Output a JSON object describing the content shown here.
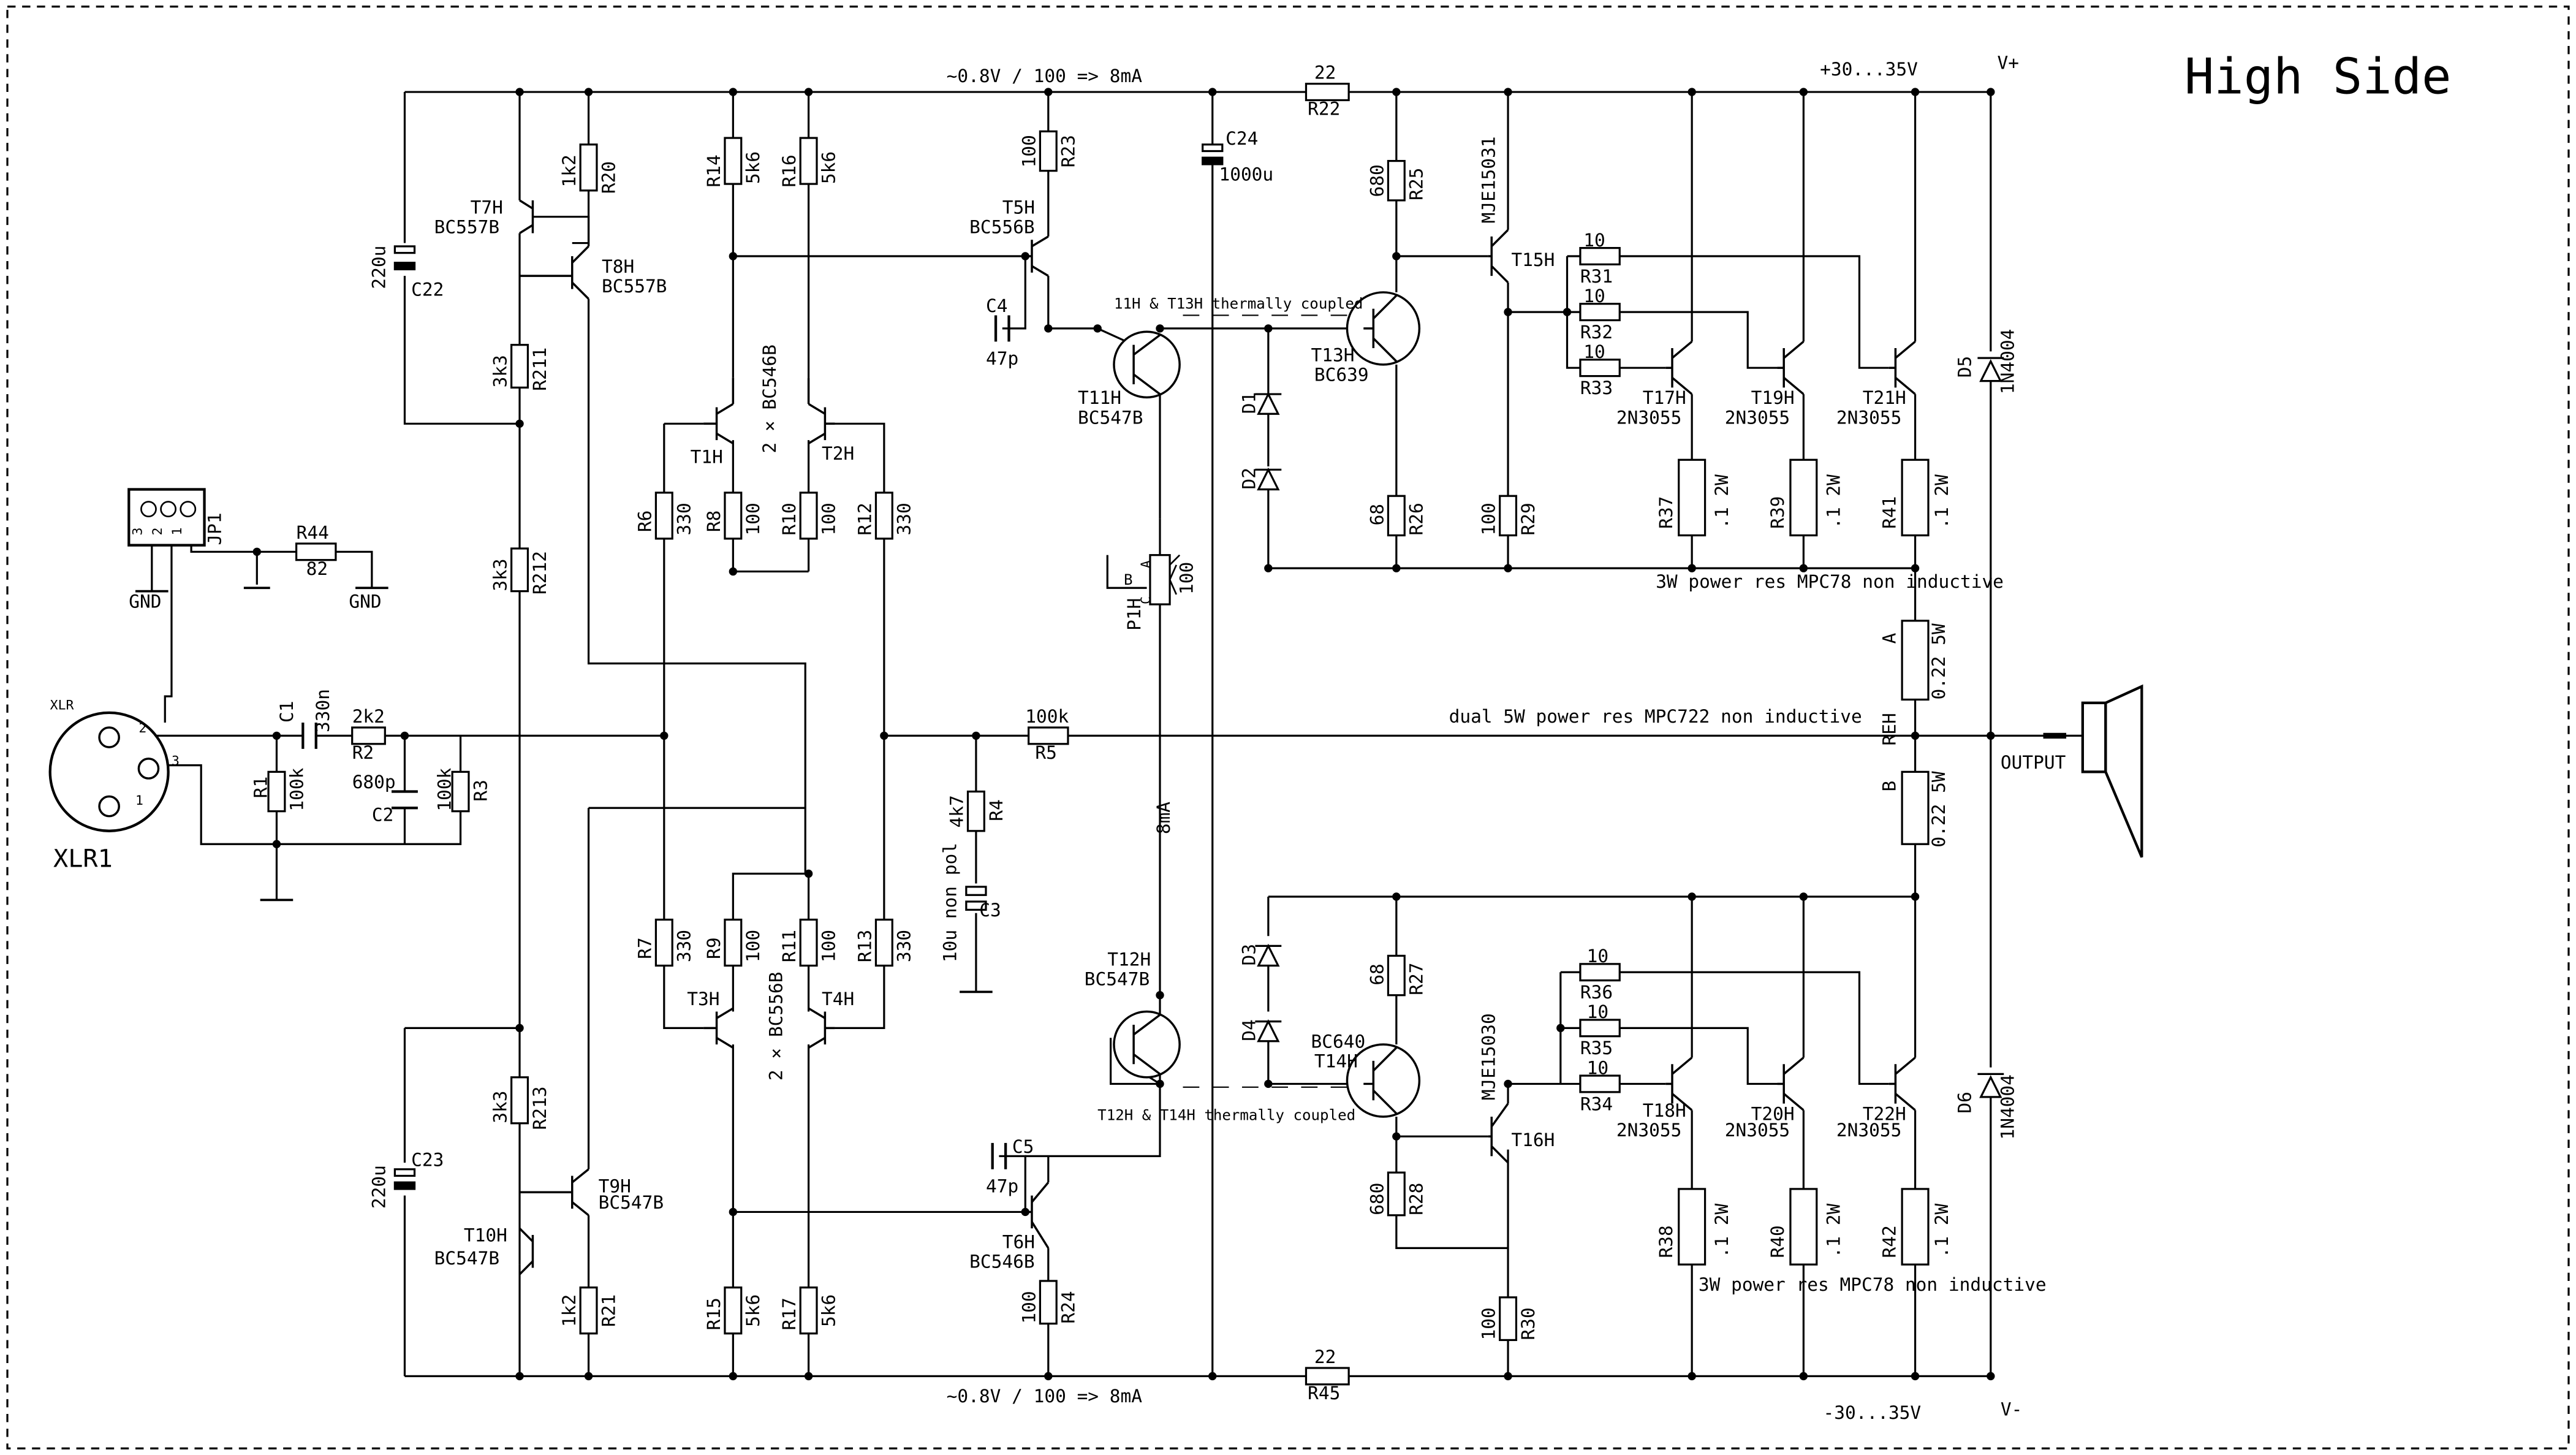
{
  "title": "High Side",
  "rails": {
    "top_note": "~0.8V / 100 => 8mA",
    "bottom_note": "~0.8V / 100 => 8mA",
    "pos_supply": "+30...35V",
    "neg_supply": "-30...35V",
    "v_plus": "V+",
    "v_minus": "V-"
  },
  "notes": {
    "thermal_top": "11H & T13H thermally coupled",
    "thermal_bottom": "T12H & T14H thermally coupled",
    "power_res_top": "3W power res MPC78 non inductive",
    "power_res_bottom": "3W power res MPC78 non inductive",
    "dual_res": "dual 5W power res MPC722 non inductive",
    "current_8ma": "8mA",
    "output": "OUTPUT",
    "reh": "REH",
    "res_a": "A",
    "res_b": "B",
    "val_022a": "0.22 5W",
    "val_022b": "0.22 5W",
    "gnd1": "GND",
    "gnd2": "GND",
    "c3_val": "10u non pol",
    "diff_top": "2 × BC546B",
    "diff_bot": "2 × BC556B"
  },
  "connectors": {
    "xlr_name": "XLR1",
    "xlr_tag": "XLR",
    "pin1": "1",
    "pin2": "2",
    "pin3": "3",
    "jp_name": "JP1",
    "jp_p1": "1",
    "jp_p2": "2",
    "jp_p3": "3"
  },
  "resistors": {
    "R1": {
      "n": "R1",
      "v": "100k"
    },
    "R2": {
      "n": "R2",
      "v": "2k2"
    },
    "R3": {
      "n": "R3",
      "v": "100k"
    },
    "R4": {
      "n": "R4",
      "v": "4k7"
    },
    "R5": {
      "n": "R5",
      "v": "100k"
    },
    "R6": {
      "n": "R6",
      "v": "330"
    },
    "R7": {
      "n": "R7",
      "v": "330"
    },
    "R8": {
      "n": "R8",
      "v": "100"
    },
    "R9": {
      "n": "R9",
      "v": "100"
    },
    "R10": {
      "n": "R10",
      "v": "100"
    },
    "R11": {
      "n": "R11",
      "v": "100"
    },
    "R12": {
      "n": "R12",
      "v": "330"
    },
    "R13": {
      "n": "R13",
      "v": "330"
    },
    "R14": {
      "n": "R14",
      "v": "5k6"
    },
    "R15": {
      "n": "R15",
      "v": "5k6"
    },
    "R16": {
      "n": "R16",
      "v": "5k6"
    },
    "R17": {
      "n": "R17",
      "v": "5k6"
    },
    "R20": {
      "n": "R20",
      "v": "1k2"
    },
    "R21": {
      "n": "R21",
      "v": "1k2"
    },
    "R22": {
      "n": "R22",
      "v": "22"
    },
    "R45": {
      "n": "R45",
      "v": "22"
    },
    "R23": {
      "n": "R23",
      "v": "100"
    },
    "R24": {
      "n": "R24",
      "v": "100"
    },
    "R25": {
      "n": "R25",
      "v": "680"
    },
    "R28": {
      "n": "R28",
      "v": "680"
    },
    "R26": {
      "n": "R26",
      "v": "68"
    },
    "R27": {
      "n": "R27",
      "v": "68"
    },
    "R29": {
      "n": "R29",
      "v": "100"
    },
    "R30": {
      "n": "R30",
      "v": "100"
    },
    "R31": {
      "n": "R31",
      "v": "10"
    },
    "R32": {
      "n": "R32",
      "v": "10"
    },
    "R33": {
      "n": "R33",
      "v": "10"
    },
    "R34": {
      "n": "R34",
      "v": "10"
    },
    "R35": {
      "n": "R35",
      "v": "10"
    },
    "R36": {
      "n": "R36",
      "v": "10"
    },
    "R37": {
      "n": "R37",
      "v": ".1 2W"
    },
    "R38": {
      "n": "R38",
      "v": ".1 2W"
    },
    "R39": {
      "n": "R39",
      "v": ".1 2W"
    },
    "R40": {
      "n": "R40",
      "v": ".1 2W"
    },
    "R41": {
      "n": "R41",
      "v": ".1 2W"
    },
    "R42": {
      "n": "R42",
      "v": ".1 2W"
    },
    "R44": {
      "n": "R44",
      "v": "82"
    },
    "R211": {
      "n": "R211",
      "v": "3k3"
    },
    "R212": {
      "n": "R212",
      "v": "3k3"
    },
    "R213": {
      "n": "R213",
      "v": "3k3"
    },
    "P1H": {
      "n": "P1H",
      "v": "100"
    }
  },
  "capacitors": {
    "C1": {
      "n": "C1",
      "v": "330n"
    },
    "C2": {
      "n": "C2",
      "v": "680p"
    },
    "C3": {
      "n": "C3"
    },
    "C4": {
      "n": "C4",
      "v": "47p"
    },
    "C5": {
      "n": "C5",
      "v": "47p"
    },
    "C22": {
      "n": "C22",
      "v": "220u"
    },
    "C23": {
      "n": "C23",
      "v": "220u"
    },
    "C24": {
      "n": "C24",
      "v": "1000u"
    }
  },
  "transistors": {
    "T1H": {
      "n": "T1H"
    },
    "T2H": {
      "n": "T2H"
    },
    "T3H": {
      "n": "T3H"
    },
    "T4H": {
      "n": "T4H"
    },
    "T5H": {
      "n": "T5H",
      "t": "BC556B"
    },
    "T6H": {
      "n": "T6H",
      "t": "BC546B"
    },
    "T7H": {
      "n": "T7H",
      "t": "BC557B"
    },
    "T8H": {
      "n": "T8H",
      "t": "BC557B"
    },
    "T9H": {
      "n": "T9H",
      "t": "BC547B"
    },
    "T10H": {
      "n": "T10H",
      "t": "BC547B"
    },
    "T11H": {
      "n": "T11H",
      "t": "BC547B"
    },
    "T12H": {
      "n": "T12H",
      "t": "BC547B"
    },
    "T13H": {
      "n": "T13H",
      "t": "BC639"
    },
    "T14H": {
      "n": "T14H",
      "t": "BC640"
    },
    "T15H": {
      "n": "T15H",
      "t": "MJE15031"
    },
    "T16H": {
      "n": "T16H",
      "t": "MJE15030"
    },
    "T17H": {
      "n": "T17H",
      "t": "2N3055"
    },
    "T18H": {
      "n": "T18H",
      "t": "2N3055"
    },
    "T19H": {
      "n": "T19H",
      "t": "2N3055"
    },
    "T20H": {
      "n": "T20H",
      "t": "2N3055"
    },
    "T21H": {
      "n": "T21H",
      "t": "2N3055"
    },
    "T22H": {
      "n": "T22H",
      "t": "2N3055"
    }
  },
  "diodes": {
    "D1": {
      "n": "D1"
    },
    "D2": {
      "n": "D2"
    },
    "D3": {
      "n": "D3"
    },
    "D4": {
      "n": "D4"
    },
    "D5": {
      "n": "D5",
      "t": "1N4004"
    },
    "D6": {
      "n": "D6",
      "t": "1N4004"
    }
  },
  "pot_pins": {
    "a": "A",
    "b": "B",
    "c": "C"
  }
}
